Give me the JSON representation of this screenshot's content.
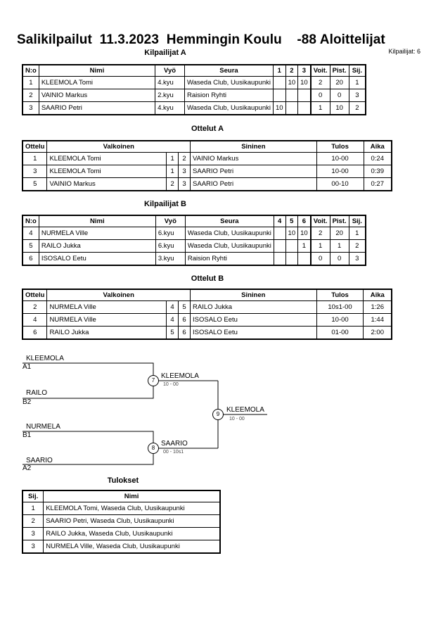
{
  "header": {
    "title": "Salikilpailut  11.3.2023  Hemmingin Koulu    -88 Aloittelijat",
    "count": "Kilpailijat: 6"
  },
  "poolA": {
    "title": "Kilpailijat A",
    "headers": [
      "N:o",
      "Nimi",
      "Vyö",
      "Seura",
      "1",
      "2",
      "3",
      "Voit.",
      "Pist.",
      "Sij."
    ],
    "rows": [
      [
        "1",
        "KLEEMOLA Tomi",
        "4.kyu",
        "Waseda Club, Uusikaupunki",
        "",
        "10",
        "10",
        "2",
        "20",
        "1"
      ],
      [
        "2",
        "VAINIO Markus",
        "2.kyu",
        "Raision Ryhti",
        "",
        "",
        "",
        "0",
        "0",
        "3"
      ],
      [
        "3",
        "SAARIO Petri",
        "4.kyu",
        "Waseda Club, Uusikaupunki",
        "10",
        "",
        "",
        "1",
        "10",
        "2"
      ]
    ]
  },
  "matchesA": {
    "title": "Ottelut A",
    "headers": [
      "Ottelu",
      "Valkoinen",
      "",
      "",
      "Sininen",
      "Tulos",
      "Aika"
    ],
    "rows": [
      [
        "1",
        "KLEEMOLA Tomi",
        "1",
        "2",
        "VAINIO Markus",
        "10-00",
        "0:24"
      ],
      [
        "3",
        "KLEEMOLA Tomi",
        "1",
        "3",
        "SAARIO Petri",
        "10-00",
        "0:39"
      ],
      [
        "5",
        "VAINIO Markus",
        "2",
        "3",
        "SAARIO Petri",
        "00-10",
        "0:27"
      ]
    ]
  },
  "poolB": {
    "title": "Kilpailijat B",
    "headers": [
      "N:o",
      "Nimi",
      "Vyö",
      "Seura",
      "4",
      "5",
      "6",
      "Voit.",
      "Pist.",
      "Sij."
    ],
    "rows": [
      [
        "4",
        "NURMELA Ville",
        "6.kyu",
        "Waseda Club, Uusikaupunki",
        "",
        "10",
        "10",
        "2",
        "20",
        "1"
      ],
      [
        "5",
        "RAILO Jukka",
        "6.kyu",
        "Waseda Club, Uusikaupunki",
        "",
        "",
        "1",
        "1",
        "1",
        "2"
      ],
      [
        "6",
        "ISOSALO Eetu",
        "3.kyu",
        "Raision Ryhti",
        "",
        "",
        "",
        "0",
        "0",
        "3"
      ]
    ]
  },
  "matchesB": {
    "title": "Ottelut B",
    "headers": [
      "Ottelu",
      "Valkoinen",
      "",
      "",
      "Sininen",
      "Tulos",
      "Aika"
    ],
    "rows": [
      [
        "2",
        "NURMELA Ville",
        "4",
        "5",
        "RAILO Jukka",
        "10s1-00",
        "1:26"
      ],
      [
        "4",
        "NURMELA Ville",
        "4",
        "6",
        "ISOSALO Eetu",
        "10-00",
        "1:44"
      ],
      [
        "6",
        "RAILO Jukka",
        "5",
        "6",
        "ISOSALO Eetu",
        "01-00",
        "2:00"
      ]
    ]
  },
  "bracket": {
    "e1_name": "KLEEMOLA",
    "e1_seed": "A1",
    "e2_name": "RAILO",
    "e2_seed": "B2",
    "e3_name": "NURMELA",
    "e3_seed": "B1",
    "e4_name": "SAARIO",
    "e4_seed": "A2",
    "m7_num": "7",
    "m7_winner": "KLEEMOLA",
    "m7_score": "10 - 00",
    "m8_num": "8",
    "m8_winner": "SAARIO",
    "m8_score": "00 - 10s1",
    "m9_num": "9",
    "m9_winner": "KLEEMOLA",
    "m9_score": "10 - 00"
  },
  "results": {
    "title": "Tulokset",
    "headers": [
      "Sij.",
      "Nimi"
    ],
    "rows": [
      [
        "1",
        "KLEEMOLA Tomi, Waseda Club, Uusikaupunki"
      ],
      [
        "2",
        "SAARIO Petri, Waseda Club, Uusikaupunki"
      ],
      [
        "3",
        "RAILO Jukka, Waseda Club, Uusikaupunki"
      ],
      [
        "3",
        "NURMELA Ville, Waseda Club, Uusikaupunki"
      ]
    ]
  }
}
